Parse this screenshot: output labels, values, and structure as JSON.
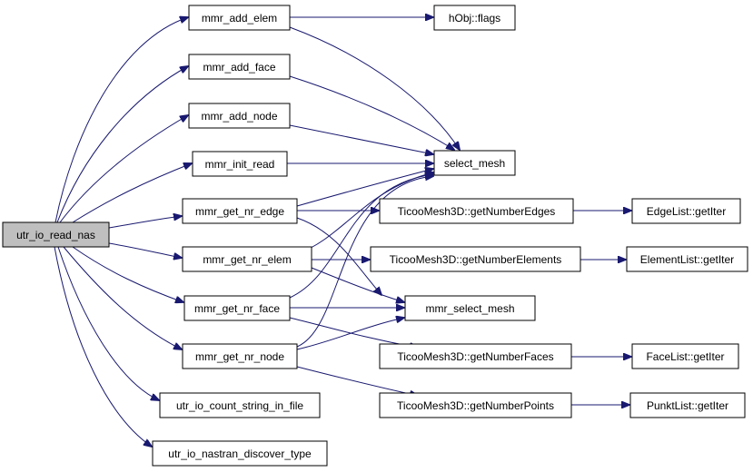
{
  "graph": {
    "nodes": {
      "root": "utr_io_read_nas",
      "mmr_add_elem": "mmr_add_elem",
      "mmr_add_face": "mmr_add_face",
      "mmr_add_node": "mmr_add_node",
      "mmr_init_read": "mmr_init_read",
      "mmr_get_nr_edge": "mmr_get_nr_edge",
      "mmr_get_nr_elem": "mmr_get_nr_elem",
      "mmr_get_nr_face": "mmr_get_nr_face",
      "mmr_get_nr_node": "mmr_get_nr_node",
      "utr_io_count_string_in_file": "utr_io_count_string_in_file",
      "utr_io_nastran_discover_type": "utr_io_nastran_discover_type",
      "hobj_flags": "hObj::flags",
      "select_mesh": "select_mesh",
      "mmr_select_mesh": "mmr_select_mesh",
      "ticoo_get_number_edges": "TicooMesh3D::getNumberEdges",
      "ticoo_get_number_elements": "TicooMesh3D::getNumberElements",
      "ticoo_get_number_faces": "TicooMesh3D::getNumberFaces",
      "ticoo_get_number_points": "TicooMesh3D::getNumberPoints",
      "edgelist_getiter": "EdgeList::getIter",
      "elementlist_getiter": "ElementList::getIter",
      "facelist_getiter": "FaceList::getIter",
      "punktlist_getiter": "PunktList::getIter"
    }
  }
}
